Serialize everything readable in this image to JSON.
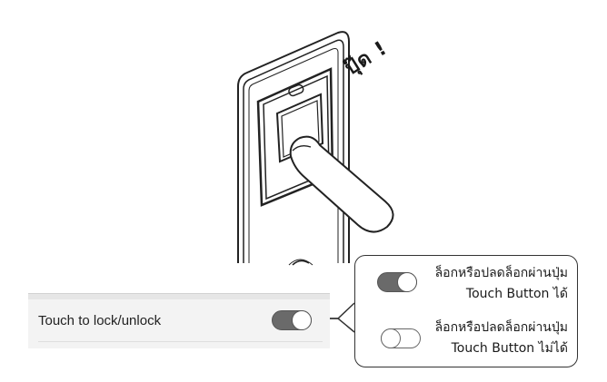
{
  "illustration": {
    "sound_effect": "ปุ๊ด !"
  },
  "settings": {
    "row_label": "Touch to lock/unlock",
    "toggle_state": "on"
  },
  "callout": {
    "on_state": {
      "line1": "ล็อกหรือปลดล็อกผ่านปุ่ม",
      "line2": "Touch Button ได้"
    },
    "off_state": {
      "line1": "ล็อกหรือปลดล็อกผ่านปุ่ม",
      "line2": "Touch Button ไม่ได้"
    }
  },
  "colors": {
    "toggle_on": "#6a6a6a",
    "toggle_off": "#ffffff",
    "panel_bg": "#f3f3f3",
    "outline": "#333333"
  },
  "icons": [
    "door-lock-device",
    "finger-press",
    "toggle-switch"
  ]
}
